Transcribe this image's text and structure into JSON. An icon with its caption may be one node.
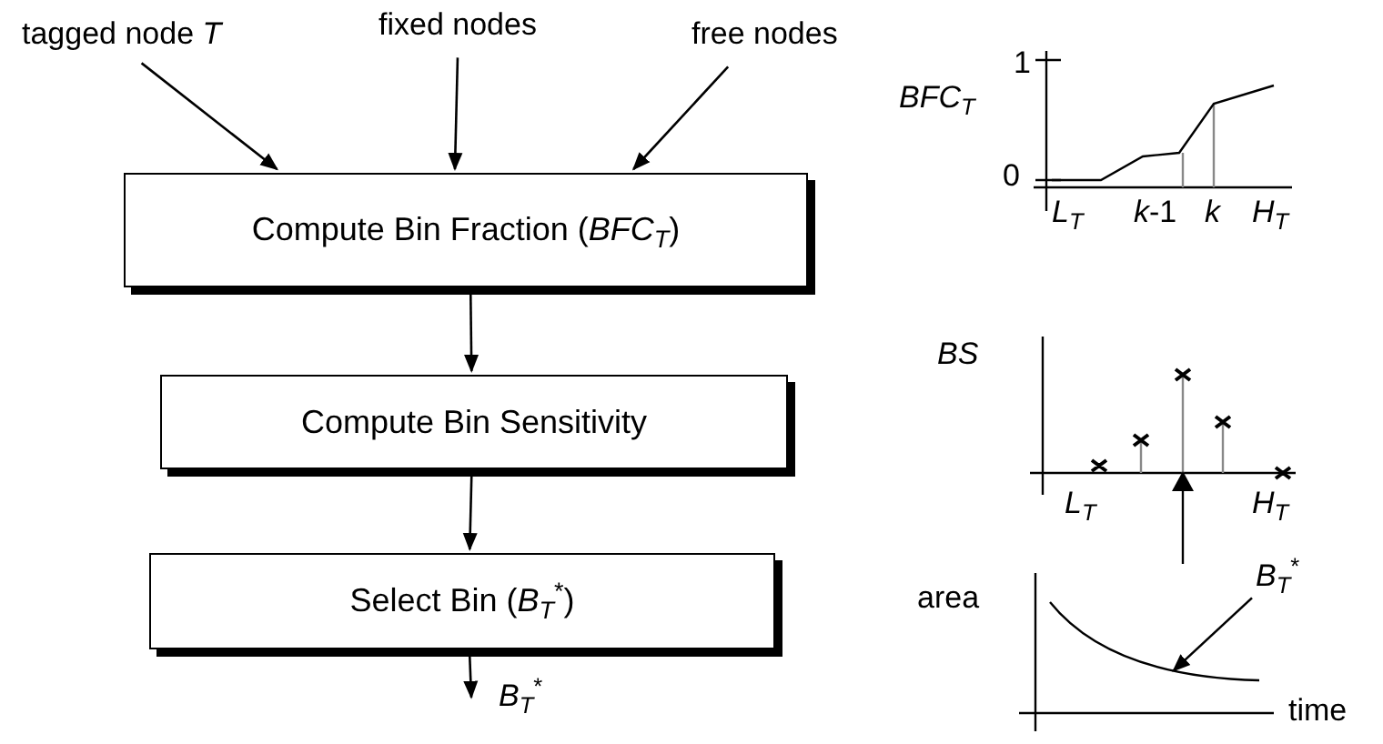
{
  "diagram": {
    "nodes": [
      {
        "text": [
          "tagged node *T*"
        ]
      },
      {
        "text": [
          "fixed nodes"
        ]
      },
      {
        "text": [
          "free nodes"
        ]
      },
      {
        "text": [
          "Compute Bin Fraction (*BFC*$_{T}$)"
        ]
      },
      {
        "text": [
          "Compute Bin Sensitivity"
        ]
      },
      {
        "text": [
          "Select Bin (*B*$_{T}$$^{*}$)"
        ]
      },
      {
        "text": [
          "*B*$_{T}$$^{*}$"
        ]
      },
      {
        "text": [
          "*B*$_{T}$$^{*}$"
        ]
      },
      {
        "text": [],
        "shape": "curve"
      }
    ],
    "edges": [
      {
        "from": 0,
        "to": 3,
        "arrow": "to"
      },
      {
        "from": 1,
        "to": 3,
        "arrow": "to"
      },
      {
        "from": 2,
        "to": 3,
        "arrow": "to"
      },
      {
        "from": 3,
        "to": 4,
        "arrow": "to"
      },
      {
        "from": 4,
        "to": 5,
        "arrow": "to"
      },
      {
        "from": 5,
        "to": 6,
        "arrow": "to"
      },
      {
        "from": 7,
        "to": 8,
        "arrow": "to"
      }
    ],
    "labels": [
      "1",
      "*BFC*$_{T}$",
      "0",
      "*L*$_{T}$",
      "*k*-1",
      "*k*",
      "*H*$_{T}$",
      "*BS*",
      "*L*$_{T}$",
      "*H*$_{T}$",
      "area",
      "time"
    ]
  }
}
